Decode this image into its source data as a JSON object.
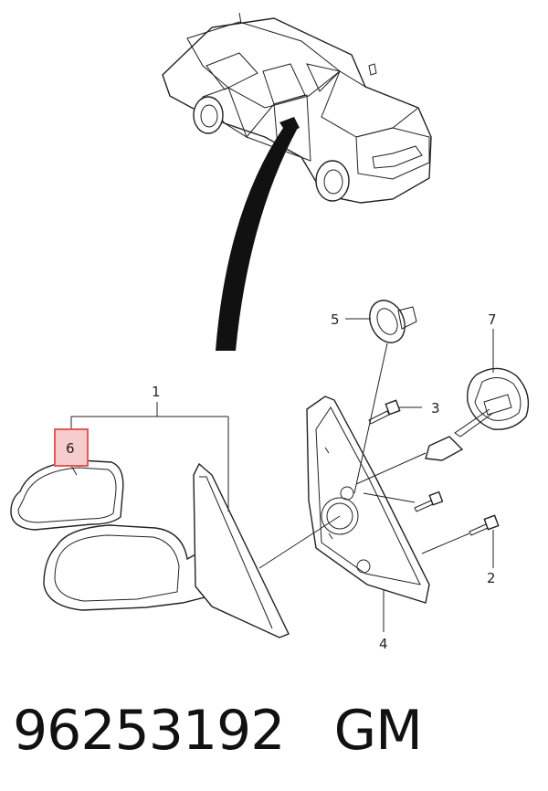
{
  "callouts": {
    "c1": "1",
    "c2": "2",
    "c3": "3",
    "c4": "4",
    "c5": "5",
    "c6": "6",
    "c7": "7"
  },
  "highlight_color": "#e05a5a",
  "caption": "96253192   GM"
}
